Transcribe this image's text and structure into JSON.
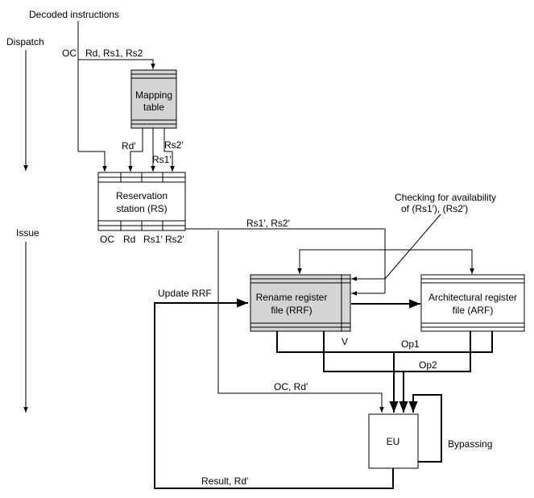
{
  "labels": {
    "decoded_instructions": "Decoded instructions",
    "dispatch": "Dispatch",
    "issue": "Issue",
    "oc_in": "OC",
    "rd_rs_in": "Rd, Rs1, Rs2",
    "rd_prime": "Rd′",
    "rs1_prime": "Rs1′",
    "rs2_prime": "Rs2′",
    "rs_fields": [
      "OC",
      "Rd",
      "Rs1′",
      "Rs2′"
    ],
    "rs1_rs2_prime": "Rs1′, Rs2′",
    "checking_line1": "Checking for availability",
    "checking_line2": "of (Rs1′), (Rs2′)",
    "update_rrf": "Update RRF",
    "v": "V",
    "op1": "Op1",
    "op2": "Op2",
    "oc_rd_prime": "OC, Rd′",
    "bypassing": "Bypassing",
    "result_rd_prime": "Result, Rd′"
  },
  "boxes": {
    "mapping_table": [
      "Mapping",
      "table"
    ],
    "reservation_station": [
      "Reservation",
      "station (RS)"
    ],
    "rrf": [
      "Rename register",
      "file (RRF)"
    ],
    "arf": [
      "Architectural register",
      "file (ARF)"
    ],
    "eu": "EU"
  },
  "colors": {
    "shaded_box": "#d4d4d4",
    "line": "#000000",
    "background": "#ffffff"
  }
}
